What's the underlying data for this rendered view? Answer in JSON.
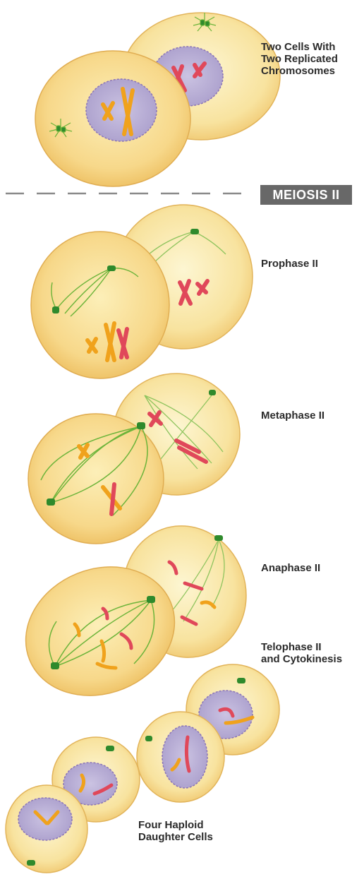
{
  "banner": "MEIOSIS II",
  "stages": [
    {
      "id": "start",
      "label": "Two Cells With\nTwo Replicated\nChromosomes"
    },
    {
      "id": "prophase",
      "label": "Prophase II"
    },
    {
      "id": "metaphase",
      "label": "Metaphase II"
    },
    {
      "id": "anaphase",
      "label": "Anaphase II"
    },
    {
      "id": "telophase",
      "label": "Telophase II\nand  Cytokinesis"
    },
    {
      "id": "result",
      "label": "Four Haploid\nDaughter Cells"
    }
  ],
  "colors": {
    "cytoplasm_light": "#fcefb8",
    "cytoplasm_dark": "#f4cc73",
    "nucleus": "#b9aed4",
    "spindle": "#6cb43a",
    "centrosome": "#2f8a2c",
    "chromosome_orange": "#f0a21c",
    "chromosome_red": "#e0485a",
    "divider": "#8a8a8a",
    "banner": "#686868"
  }
}
